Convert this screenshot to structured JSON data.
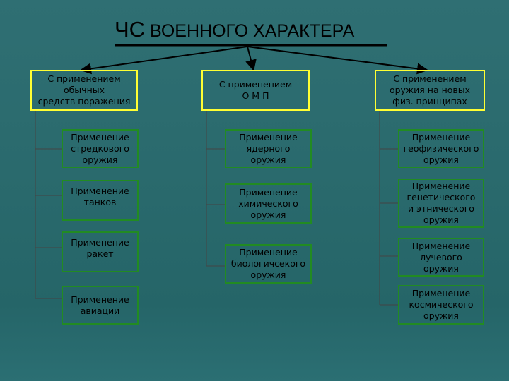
{
  "title": {
    "abbr": "ЧС",
    "rest": " ВОЕННОГО ХАРАКТЕРА"
  },
  "columns": [
    {
      "header": "С применением\nобычных\nсредств поражения",
      "items": [
        "Применение\nстредкового\nоружия",
        "Применение\nтанков",
        "Применение\nракет",
        "Применение\nавиации"
      ]
    },
    {
      "header": "С применением\nО М П",
      "items": [
        "Применение\nядерного\nоружия",
        "Применение\nхимического\nоружия",
        "Применение\nбиологичсекого\nоружия"
      ]
    },
    {
      "header": "С применением\nоружия на новых\nфиз. принципах",
      "items": [
        "Применение\nгеофизического\nоружия",
        "Применение\nгенетического\nи этнического\nоружия",
        "Применение\nлучевого\nоружия",
        "Применение\nкосмического\nоружия"
      ]
    }
  ],
  "colors": {
    "background": "#2a6a6d",
    "header_border": "#ffff33",
    "item_border": "#228b22",
    "lines": "#000000"
  }
}
